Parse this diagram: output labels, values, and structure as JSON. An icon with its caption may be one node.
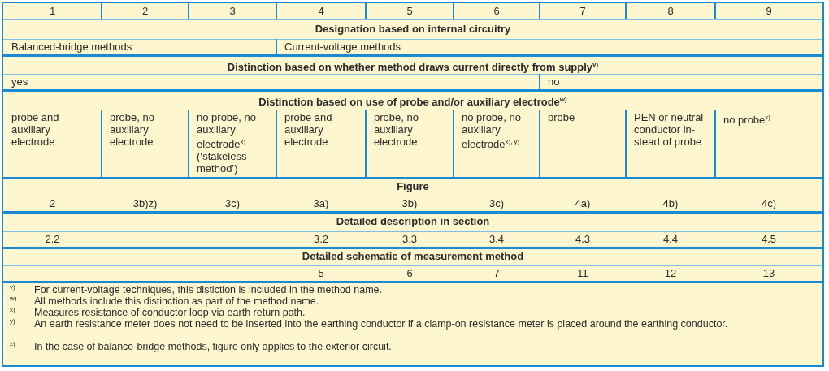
{
  "diagram": {
    "labels": [
      "1",
      "2",
      "3",
      "4",
      "5",
      "6",
      "7",
      "8",
      "9",
      "Designation based on internal circuitry",
      "Balanced-bridge methods",
      "Current-voltage methods",
      "Distinction based on whether method draws current directly from supply$^{v)}$",
      "yes",
      "no",
      "Distinction based on use of probe and/or auxiliary electrode$^{w)}$",
      "probe and auxiliary electrode",
      "probe, no auxiliary electrode",
      "no probe, no auxiliary electrode$^{x)}$ (‘stakeless method’)",
      "probe and auxiliary electrode",
      "probe, no auxiliary electrode",
      "no probe, no auxiliary electrode$^{x), y)}$",
      "probe",
      "PEN or neutral conductor in-stead of probe",
      "no probe$^{x)}$",
      "Figure",
      "2",
      "3b)z)",
      "3c)",
      "3a)",
      "3b)",
      "3c)",
      "4a)",
      "4b)",
      "4c)",
      "Detailed description in section",
      "2.2",
      "3.2",
      "3.3",
      "3.4",
      "4.3",
      "4.4",
      "4.5",
      "Detailed schematic of measurement method",
      "5",
      "6",
      "7",
      "11",
      "12",
      "13",
      "v)",
      "For current-voltage techniques, this distiction is included in the method name.",
      "w)",
      "All methods include this distinction as part of the method name.",
      "x)",
      "Measures resistance of conductor loop via earth return path.",
      "y)",
      "An earth resistance meter does not need to be inserted into the earthing conductor if a clamp-on resistance meter is placed around the earthing conductor.",
      "z)",
      "In the case of balance-bridge methods, figure only applies to the exterior circuit."
    ]
  }
}
